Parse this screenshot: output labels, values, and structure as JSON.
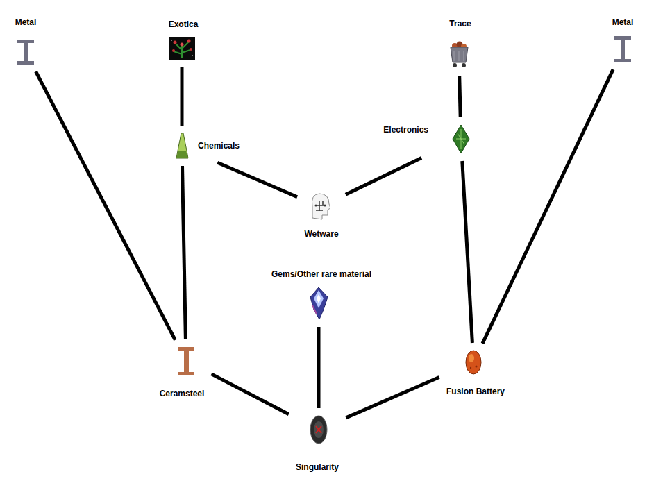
{
  "diagram": {
    "nodes": [
      {
        "text": [
          "Metal"
        ]
      },
      {
        "text": [
          "Exotica"
        ]
      },
      {
        "text": [
          "Trace"
        ]
      },
      {
        "text": [
          "Metal"
        ]
      },
      {
        "text": [
          "Chemicals"
        ]
      },
      {
        "text": [
          "Electronics"
        ]
      },
      {
        "text": [
          "Wetware"
        ]
      },
      {
        "text": [
          "Gems/Other rare material"
        ]
      },
      {
        "text": [
          "Ceramsteel"
        ]
      },
      {
        "text": [
          "Fusion Battery"
        ]
      },
      {
        "text": [
          "Singularity"
        ]
      }
    ],
    "edges": [
      {
        "from": 0,
        "to": 8,
        "arrow": "none"
      },
      {
        "from": 1,
        "to": 4,
        "arrow": "none"
      },
      {
        "from": 2,
        "to": 5,
        "arrow": "none"
      },
      {
        "from": 3,
        "to": 9,
        "arrow": "none"
      },
      {
        "from": 4,
        "to": 6,
        "arrow": "none"
      },
      {
        "from": 5,
        "to": 6,
        "arrow": "none"
      },
      {
        "from": 4,
        "to": 8,
        "arrow": "none"
      },
      {
        "from": 5,
        "to": 9,
        "arrow": "none"
      },
      {
        "from": 7,
        "to": 10,
        "arrow": "none"
      },
      {
        "from": 8,
        "to": 10,
        "arrow": "none"
      },
      {
        "from": 9,
        "to": 10,
        "arrow": "none"
      }
    ]
  }
}
